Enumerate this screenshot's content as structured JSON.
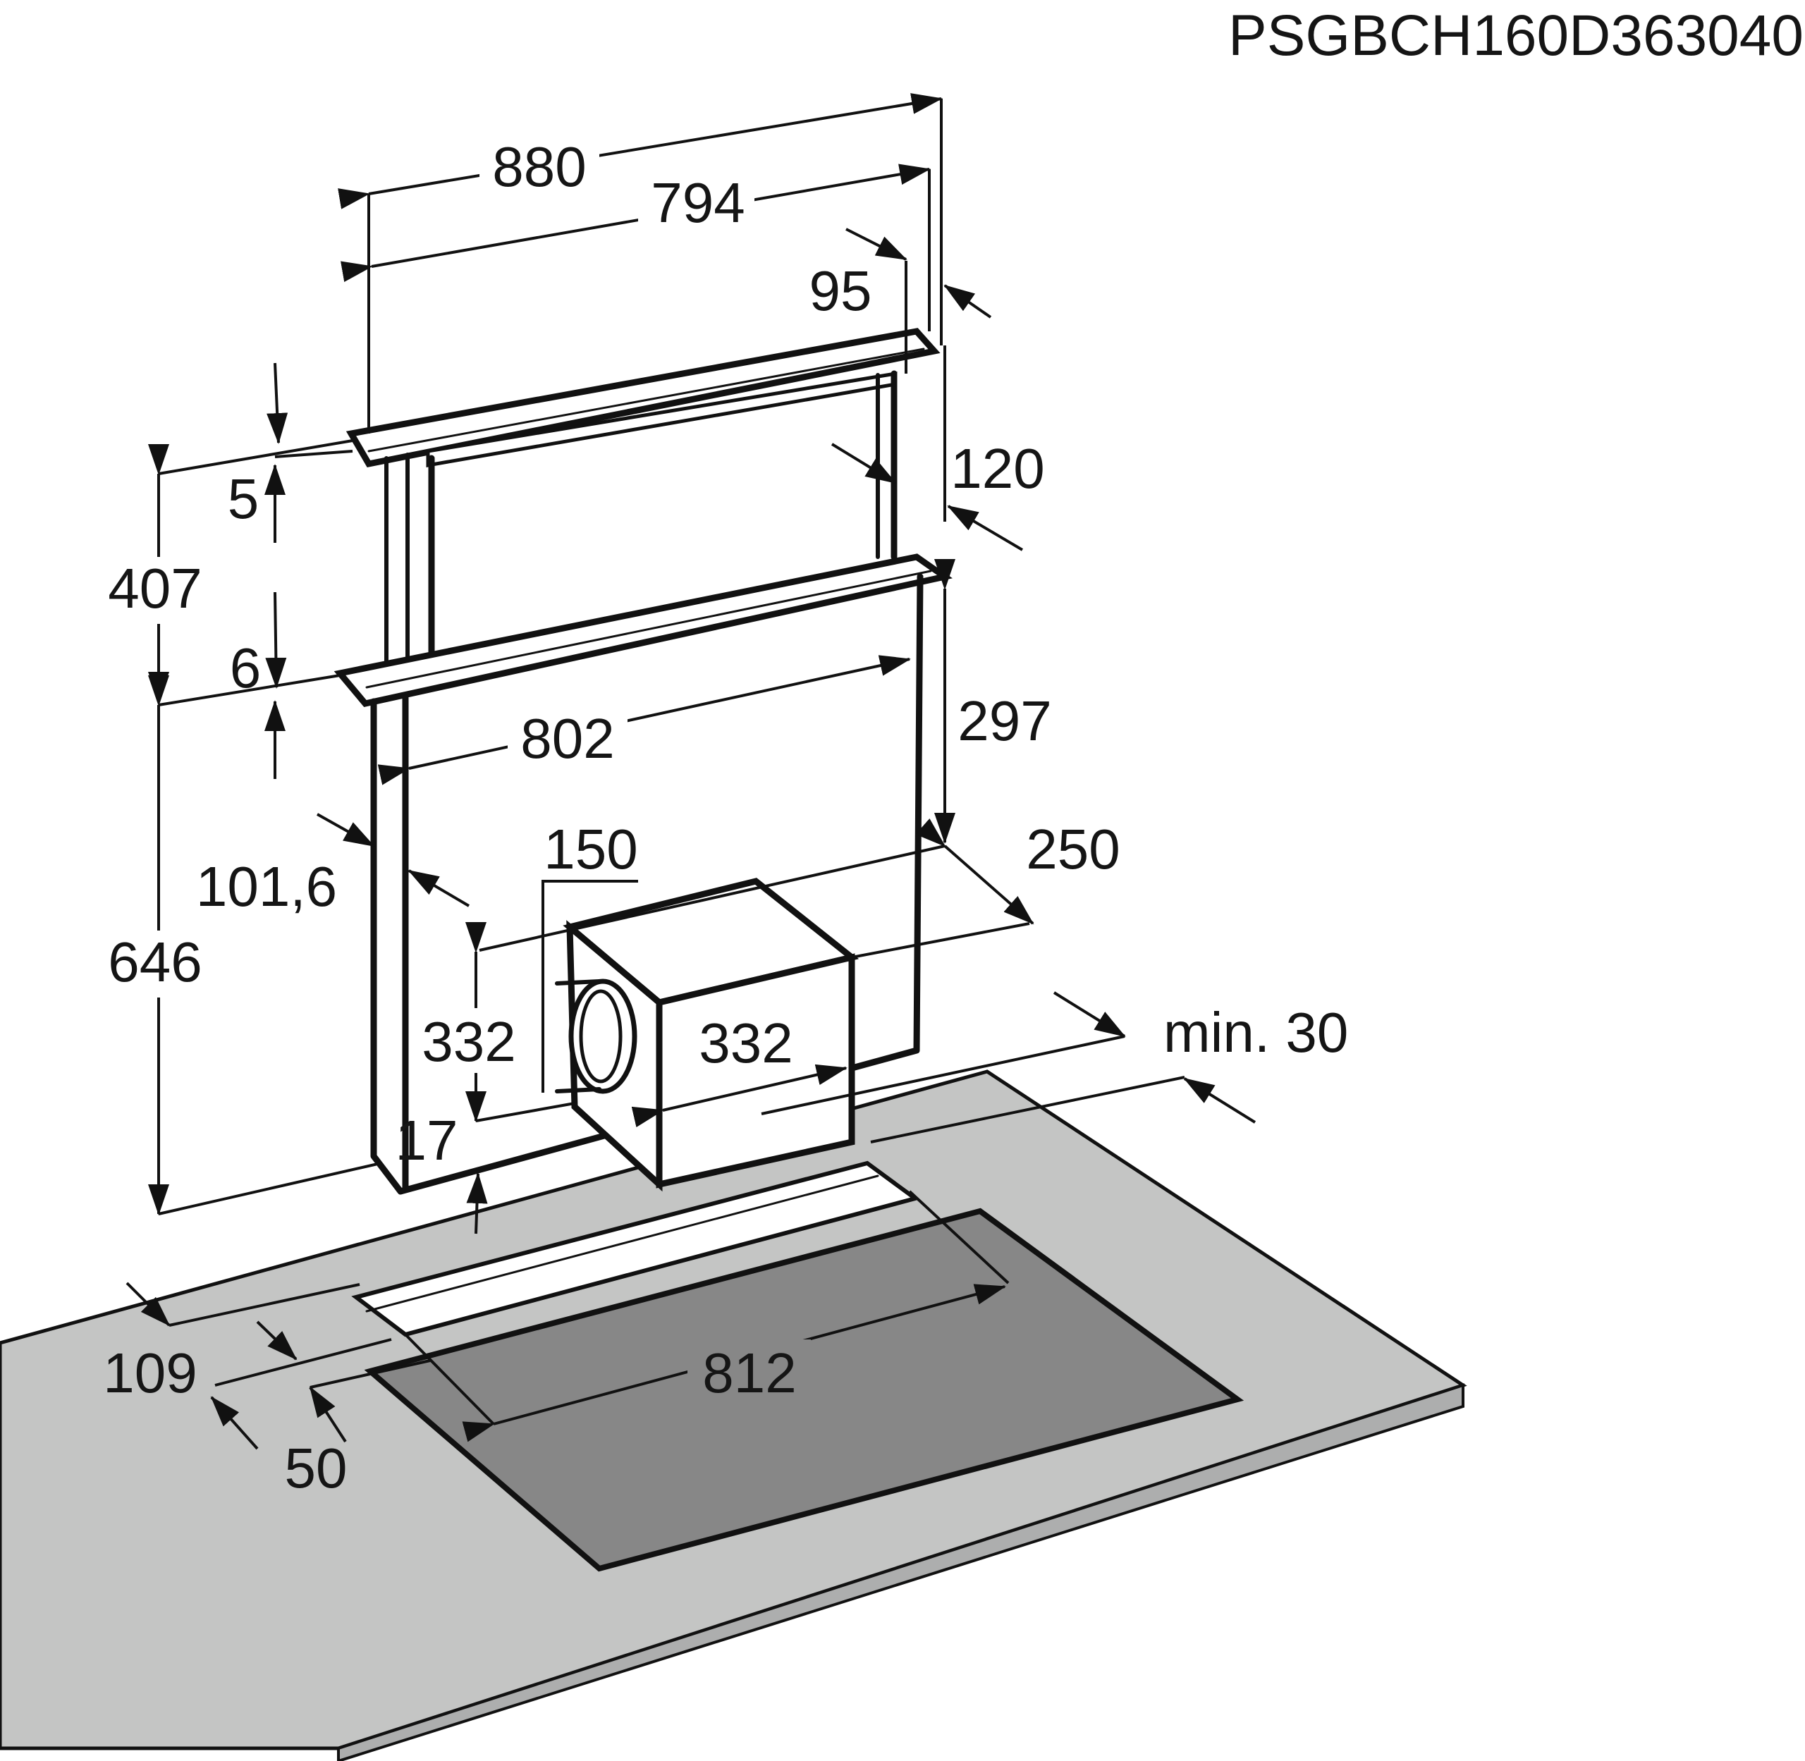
{
  "model_code": "PSGBCH160D363040",
  "colors": {
    "counter": "#c4c5c4",
    "counter_edge": "#adaeae",
    "hob": "#878787",
    "line": "#111111",
    "background": "#ffffff"
  },
  "dimensions": {
    "overall_width": "880",
    "inner_width": "794",
    "top_depth": "95",
    "total_depth": "120",
    "top_cap": "5",
    "upper_height": "407",
    "mid_cap": "6",
    "lower_height": "646",
    "lower_width": "802",
    "right_height": "297",
    "body_depth": "101,6",
    "duct_diameter": "150",
    "motor_depth": "250",
    "motor_height": "332",
    "motor_width": "332",
    "min_clearance": "min. 30",
    "bottom_offset": "17",
    "cutout_depth": "109",
    "edge_offset": "50",
    "hob_width": "812"
  }
}
